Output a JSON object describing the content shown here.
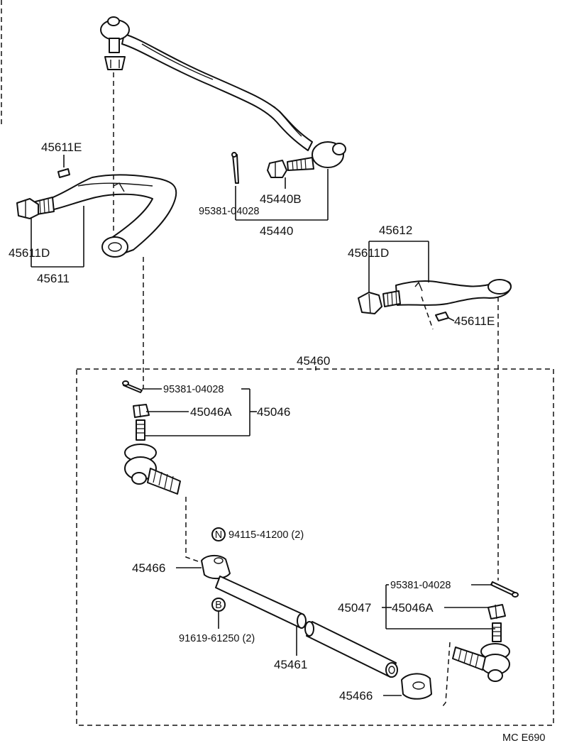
{
  "labels": {
    "p45611E_top": "45611E",
    "p95381_top": "95381-04028",
    "p45440B": "45440B",
    "p45440": "45440",
    "p45611D_left": "45611D",
    "p45611": "45611",
    "p45612": "45612",
    "p45611D_right": "45611D",
    "p45611E_right": "45611E",
    "p45460": "45460",
    "p95381_mid": "95381-04028",
    "p45046A_left": "45046A",
    "p45046": "45046",
    "p94115": "94115-41200 (2)",
    "p45466_top": "45466",
    "p95381_low": "95381-04028",
    "p45047": "45047",
    "p45046A_right": "45046A",
    "p91619": "91619-61250 (2)",
    "p45461": "45461",
    "p45466_bottom": "45466",
    "badge_n": "N",
    "badge_b": "B",
    "code": "MC E690"
  }
}
